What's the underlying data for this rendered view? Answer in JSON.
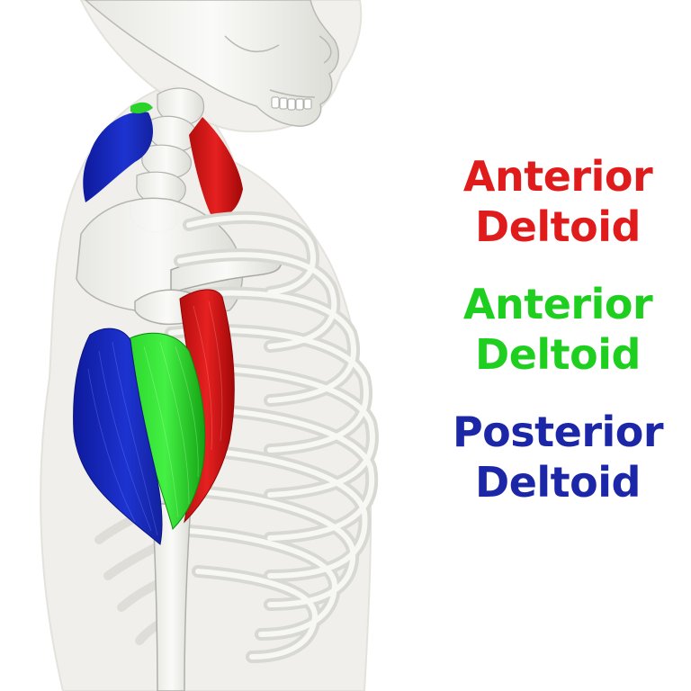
{
  "labels": [
    {
      "line1": "Anterior",
      "line2": "Deltoid",
      "color": "#e01b1b"
    },
    {
      "line1": "Anterior",
      "line2": "Deltoid",
      "color": "#1fcf1f"
    },
    {
      "line1": "Posterior",
      "line2": "Deltoid",
      "color": "#1c27a8"
    }
  ],
  "colors": {
    "anterior_deltoid": "#e01b1b",
    "middle_deltoid": "#1fcf1f",
    "posterior_deltoid": "#1c27a8",
    "bone": "#f2f2ef",
    "body_outline": "#e8e6e2"
  }
}
